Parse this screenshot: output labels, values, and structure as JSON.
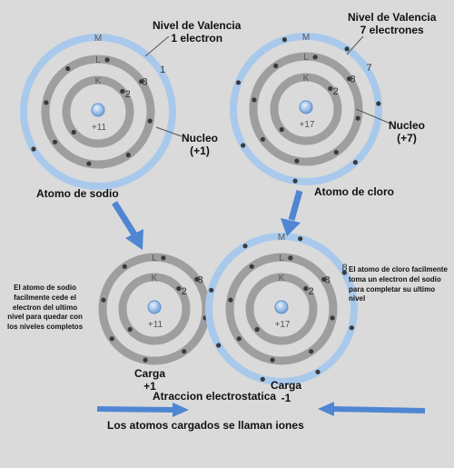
{
  "colors": {
    "background": "#dadada",
    "outer_shell": "#a9c9ec",
    "inner_shell": "#9e9e9e",
    "nucleus": "#8fb8e6",
    "electron": "#3a3a3a",
    "arrow": "#4f86d3"
  },
  "atoms": {
    "sodium": {
      "nucleus_charge": "+11",
      "shells": [
        {
          "letter": "K",
          "count": "2",
          "electrons": 2
        },
        {
          "letter": "L",
          "count": "8",
          "electrons": 8
        },
        {
          "letter": "M",
          "count": "1",
          "electrons": 1
        }
      ]
    },
    "chlorine": {
      "nucleus_charge": "+17",
      "shells": [
        {
          "letter": "K",
          "count": "2",
          "electrons": 2
        },
        {
          "letter": "L",
          "count": "8",
          "electrons": 8
        },
        {
          "letter": "M",
          "count": "7",
          "electrons": 7
        }
      ]
    },
    "sodium_ion": {
      "nucleus_charge": "+11",
      "shells": [
        {
          "letter": "K",
          "count": "2",
          "electrons": 2
        },
        {
          "letter": "L",
          "count": "8",
          "electrons": 8
        }
      ]
    },
    "chloride_ion": {
      "nucleus_charge": "+17",
      "shells": [
        {
          "letter": "K",
          "count": "2",
          "electrons": 2
        },
        {
          "letter": "L",
          "count": "8",
          "electrons": 8
        },
        {
          "letter": "M",
          "count": "8",
          "electrons": 8
        }
      ]
    }
  },
  "labels": {
    "valence_na_line1": "Nivel de Valencia",
    "valence_na_line2": "1 electron",
    "valence_cl_line1": "Nivel de Valencia",
    "valence_cl_line2": "7 electrones",
    "nucleus_na_line1": "Nucleo",
    "nucleus_na_line2": "(+1)",
    "nucleus_cl_line1": "Nucleo",
    "nucleus_cl_line2": "(+7)",
    "atom_na": "Atomo de sodio",
    "atom_cl": "Atomo de cloro",
    "na_note_line1": "El atomo de sodio",
    "na_note_line2": "facilmente cede el",
    "na_note_line3": "electron del ultimo",
    "na_note_line4": "nivel para quedar con",
    "na_note_line5": "los niveles completos",
    "cl_note_line1": "El atomo de cloro facilmente",
    "cl_note_line2": "toma un electron del sodio",
    "cl_note_line3": "para completar su ultimo",
    "cl_note_line4": "nivel",
    "charge_na_line1": "Carga",
    "charge_na_line2": "+1",
    "charge_cl_line1": "Carga",
    "charge_cl_line2": "-1",
    "attraction": "Atraccion electrostatica",
    "ions": "Los atomos cargados se llaman iones"
  }
}
